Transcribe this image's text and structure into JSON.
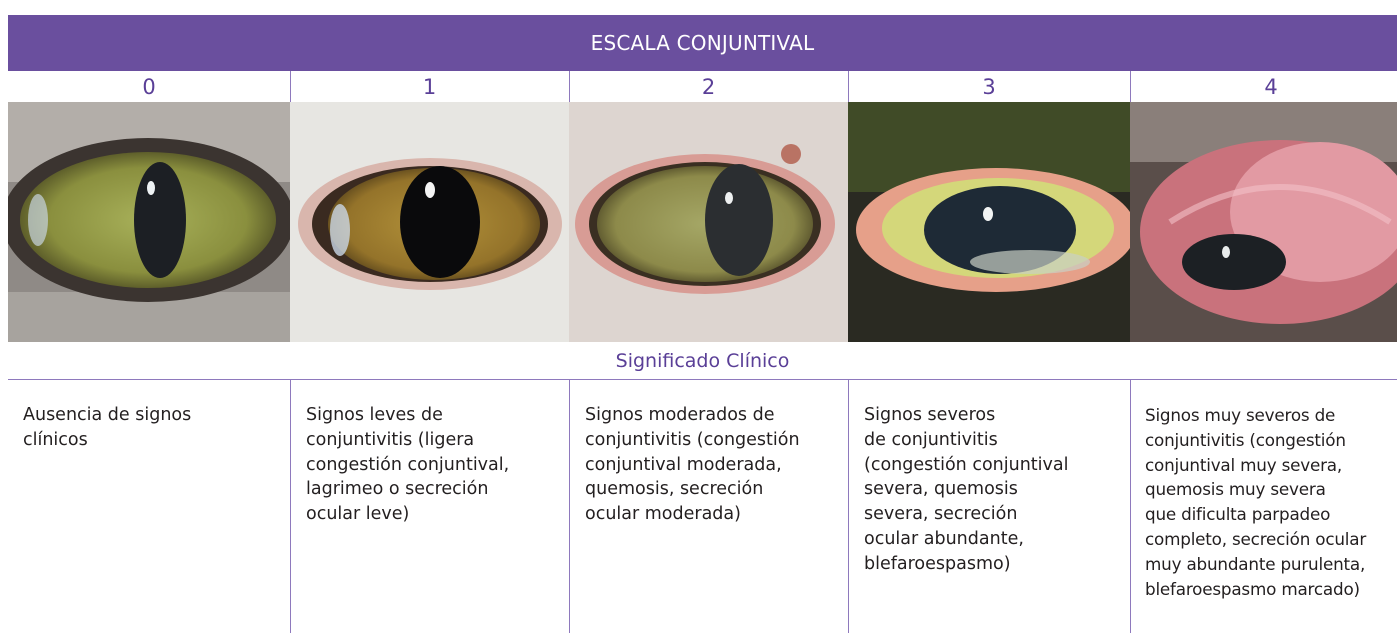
{
  "table": {
    "title": "ESCALA CONJUNTIVAL",
    "section_label": "Significado Clínico",
    "columns": [
      {
        "grade": "0",
        "description": "Ausencia de signos\nclínicos",
        "photo_icon": "cat-eye-normal"
      },
      {
        "grade": "1",
        "description": "Signos leves de\nconjuntivitis (ligera\ncongestión conjuntival,\nlagrimeo o secreción\nocular leve)",
        "photo_icon": "cat-eye-mild"
      },
      {
        "grade": "2",
        "description": "Signos moderados de\nconjuntivitis (congestión\nconjuntival moderada,\nquemosis, secreción\nocular moderada)",
        "photo_icon": "cat-eye-moderate"
      },
      {
        "grade": "3",
        "description": "Signos severos\nde conjuntivitis\n(congestión conjuntival\nsevera, quemosis\nsevera, secreción\nocular abundante,\nblefaroespasmo)",
        "photo_icon": "cat-eye-severe"
      },
      {
        "grade": "4",
        "description": "Signos muy severos de\nconjuntivitis (congestión\nconjuntival muy severa,\nquemosis muy severa\nque dificulta parpadeo\ncompleto, secreción ocular\nmuy abundante purulenta,\nblefaroespasmo marcado)",
        "photo_icon": "cat-eye-very-severe"
      }
    ]
  },
  "colors": {
    "header_bg": "#6a4f9e",
    "accent_text": "#5a3f97",
    "rule": "#8e79bd",
    "body_text": "#231f20"
  }
}
